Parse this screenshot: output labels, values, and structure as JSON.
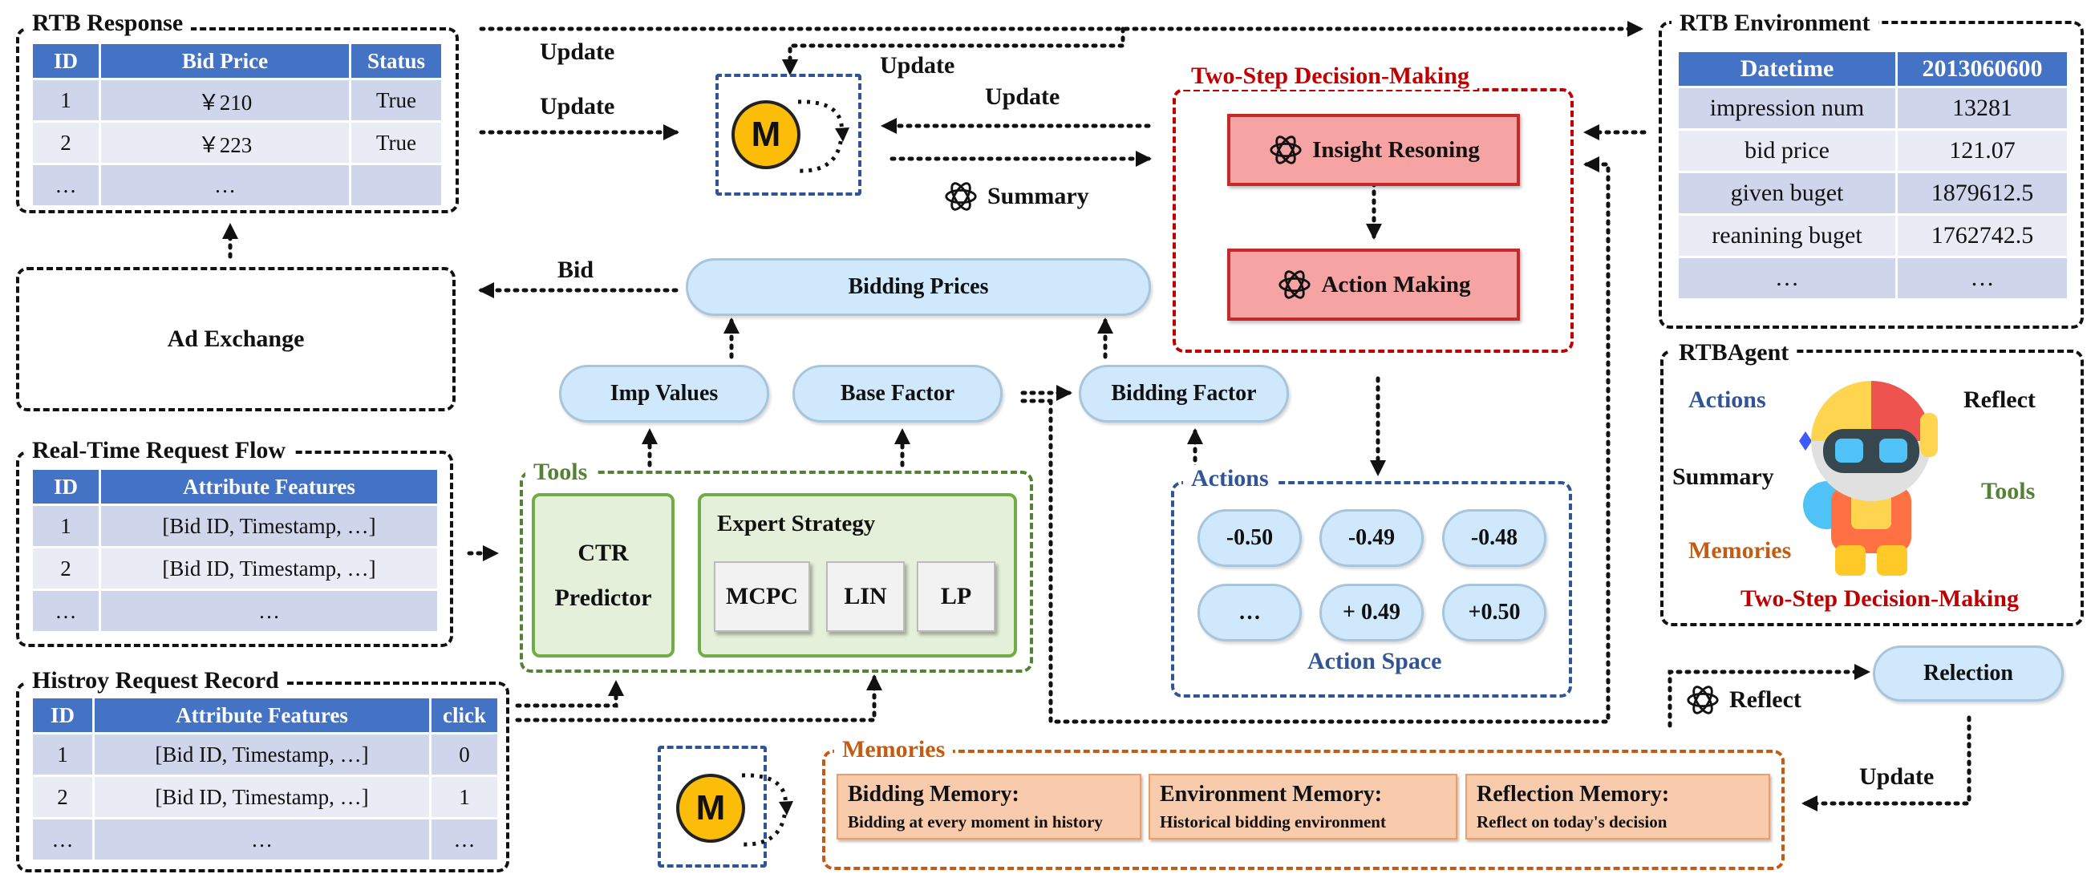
{
  "rtb_response": {
    "title": "RTB Response",
    "headers": [
      "ID",
      "Bid Price",
      "Status"
    ],
    "rows": [
      [
        "1",
        "￥210",
        "True"
      ],
      [
        "2",
        "￥223",
        "True"
      ],
      [
        "…",
        "…",
        ""
      ]
    ]
  },
  "rtb_environment": {
    "title": "RTB Environment",
    "headers": [
      "Datetime",
      "2013060600"
    ],
    "rows": [
      [
        "impression num",
        "13281"
      ],
      [
        "bid price",
        "121.07"
      ],
      [
        "given buget",
        "1879612.5"
      ],
      [
        "reanining buget",
        "1762742.5"
      ],
      [
        "…",
        "…"
      ]
    ]
  },
  "ad_exchange": {
    "label": "Ad Exchange"
  },
  "request_flow": {
    "title": "Real-Time Request Flow",
    "headers": [
      "ID",
      "Attribute Features"
    ],
    "rows": [
      [
        "1",
        "[Bid ID, Timestamp, …]"
      ],
      [
        "2",
        "[Bid ID, Timestamp, …]"
      ],
      [
        "…",
        "…"
      ]
    ]
  },
  "history_record": {
    "title": "Histroy Request Record",
    "headers": [
      "ID",
      "Attribute Features",
      "click"
    ],
    "rows": [
      [
        "1",
        "[Bid ID, Timestamp, …]",
        "0"
      ],
      [
        "2",
        "[Bid ID, Timestamp, …]",
        "1"
      ],
      [
        "…",
        "…",
        "…"
      ]
    ]
  },
  "memory_module": {
    "letter": "M"
  },
  "two_step": {
    "title": "Two-Step Decision-Making",
    "insight": "Insight Resoning",
    "action": "Action Making"
  },
  "pills": {
    "bidding_prices": "Bidding Prices",
    "imp_values": "Imp Values",
    "base_factor": "Base Factor",
    "bidding_factor": "Bidding Factor",
    "relection": "Relection"
  },
  "tools": {
    "title": "Tools",
    "ctr_line1": "CTR",
    "ctr_line2": "Predictor",
    "expert_title": "Expert Strategy",
    "strategies": [
      "MCPC",
      "LIN",
      "LP"
    ]
  },
  "actions": {
    "title": "Actions",
    "buttons": [
      "-0.50",
      "-0.49",
      "-0.48",
      "…",
      "+ 0.49",
      "+0.50"
    ],
    "space_label": "Action Space"
  },
  "rtbagent": {
    "title": "RTBAgent",
    "actions": "Actions",
    "reflect": "Reflect",
    "summary": "Summary",
    "tools": "Tools",
    "memories": "Memories",
    "two_step": "Two-Step Decision-Making"
  },
  "memories": {
    "title": "Memories",
    "items": [
      {
        "head": "Bidding Memory:",
        "sub": "Bidding at every moment in history"
      },
      {
        "head": "Environment Memory:",
        "sub": "Historical bidding environment"
      },
      {
        "head": "Reflection Memory:",
        "sub": "Reflect on today's decision"
      }
    ]
  },
  "edges": {
    "update_1": "Update",
    "update_2": "Update",
    "update_3": "Update",
    "update_4": "Update",
    "update_5": "Update",
    "summary": "Summary",
    "bid": "Bid",
    "reflect": "Reflect"
  },
  "colors": {
    "table_header": "#4472c4",
    "row_dark": "#cfd5ea",
    "row_light": "#e9ebf5",
    "red_accent": "#c00000",
    "green_accent": "#548235",
    "blue_accent": "#2f5597",
    "orange_accent": "#c55a11",
    "pill_fill": "#cfe8fb"
  }
}
